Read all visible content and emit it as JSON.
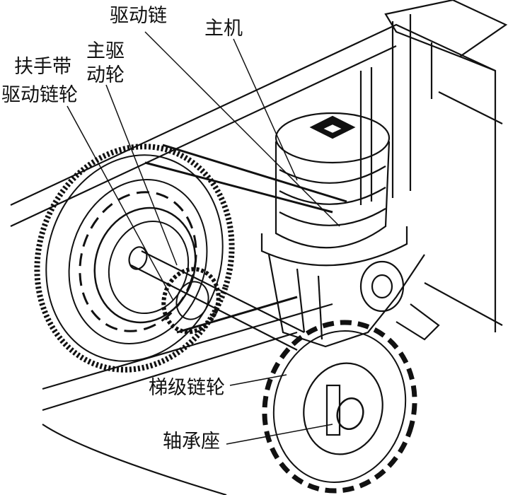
{
  "figure": {
    "labels": {
      "drive_chain": "驱动链",
      "main_motor": "主机",
      "main_drive_wheel_line1": "主驱",
      "main_drive_wheel_line2": "动轮",
      "handrail_drive_sprocket_line1": "扶手带",
      "handrail_drive_sprocket_line2": "驱动链轮",
      "step_sprocket": "梯级链轮",
      "bearing_seat": "轴承座"
    }
  }
}
